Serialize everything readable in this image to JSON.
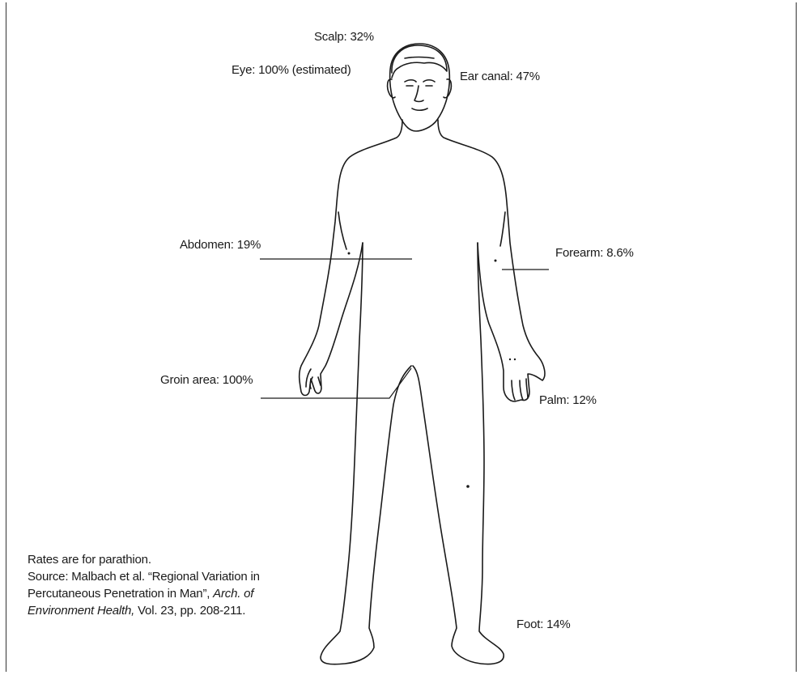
{
  "labels": {
    "scalp": "Scalp: 32%",
    "eye": "Eye: 100% (estimated)",
    "ear": "Ear canal: 47%",
    "abdomen": "Abdomen: 19%",
    "forearm": "Forearm: 8.6%",
    "groin": "Groin area: 100%",
    "palm": "Palm: 12%",
    "foot": "Foot: 14%"
  },
  "note": {
    "line1": "Rates are for parathion.",
    "line2": "Source: Malbach et al. “Regional Variation in",
    "line3a": "Percutaneous Penetration in Man”, ",
    "line3b": "Arch. of",
    "line4a": "Environment Health,",
    "line4b": " Vol. 23, pp. 208-211."
  }
}
